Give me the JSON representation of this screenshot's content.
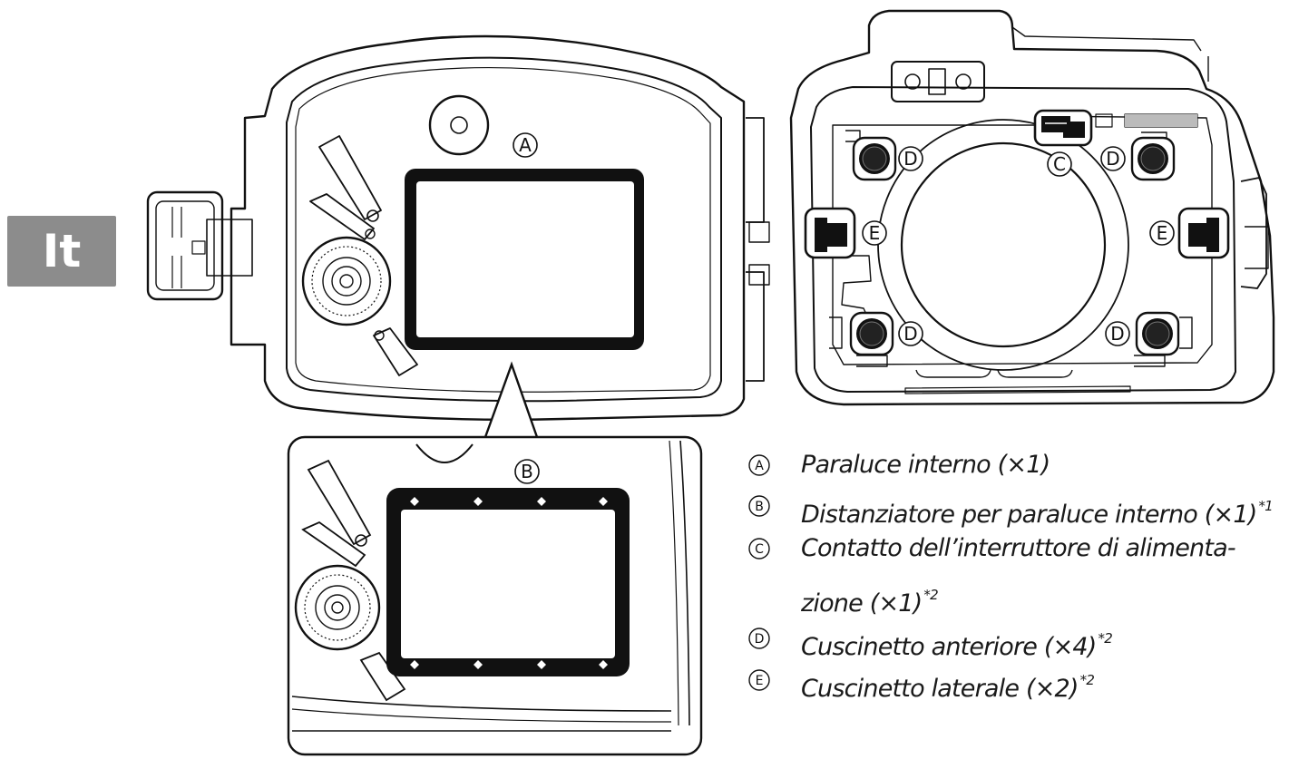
{
  "language_tab": "It",
  "callouts": {
    "A": "A",
    "B": "B",
    "C": "C",
    "D": "D",
    "E": "E"
  },
  "legend": [
    {
      "letter": "A",
      "text": "Paraluce interno",
      "qty": "(×1)",
      "note": ""
    },
    {
      "letter": "B",
      "text": "Distanziatore per paraluce interno",
      "qty": "(×1)",
      "note": "*1"
    },
    {
      "letter": "C",
      "text": "Contatto dell’interruttore di alimenta-",
      "qty": "",
      "note": ""
    },
    {
      "letter": "",
      "text": "zione",
      "qty": "(×1)",
      "note": "*2"
    },
    {
      "letter": "D",
      "text": "Cuscinetto anteriore",
      "qty": "(×4)",
      "note": "*2"
    },
    {
      "letter": "E",
      "text": "Cuscinetto laterale",
      "qty": "(×2)",
      "note": "*2"
    }
  ],
  "colors": {
    "line": "#111111",
    "tab": "#8c8c8c",
    "tab_text": "#ffffff"
  }
}
